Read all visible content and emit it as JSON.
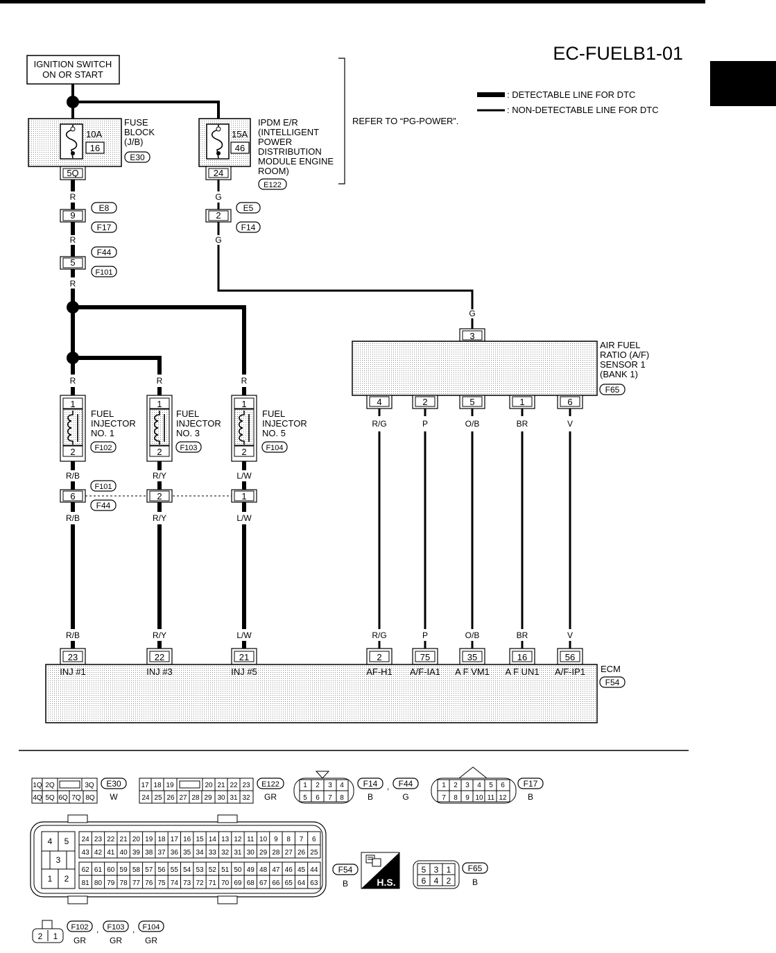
{
  "title": "EC-FUELB1-01",
  "refer_note": "REFER TO “PG-POWER”.",
  "legend": {
    "detectable": ": DETECTABLE LINE FOR DTC",
    "non_detectable": ": NON-DETECTABLE LINE FOR DTC"
  },
  "ignition": {
    "line1": "IGNITION SWITCH",
    "line2": "ON OR START"
  },
  "fuse_block": {
    "label": [
      "FUSE",
      "BLOCK",
      "(J/B)"
    ],
    "amp": "10A",
    "fuse_no": "16",
    "terminal": "5Q",
    "connector": "E30"
  },
  "ipdm": {
    "label": [
      "IPDM E/R",
      "(INTELLIGENT",
      "POWER",
      "DISTRIBUTION",
      "MODULE ENGINE",
      "ROOM)"
    ],
    "amp": "15A",
    "fuse_no": "46",
    "terminal": "24",
    "connector": "E122"
  },
  "wire_colors": {
    "r": "R",
    "g": "G",
    "rb": "R/B",
    "ry": "R/Y",
    "lw": "L/W",
    "rg": "R/G",
    "p": "P",
    "ob": "O/B",
    "br": "BR",
    "v": "V"
  },
  "joints": {
    "j1": {
      "pin": "9",
      "top": "E8",
      "bottom": "F17"
    },
    "j2": {
      "pin": "2",
      "top": "E5",
      "bottom": "F14"
    },
    "j3": {
      "pin": "5",
      "top": "F44",
      "bottom": "F101"
    },
    "j4": {
      "pins": [
        "6",
        "2",
        "1"
      ],
      "top": "F101",
      "bottom": "F44"
    }
  },
  "injectors": [
    {
      "name": [
        "FUEL",
        "INJECTOR",
        "NO. 1"
      ],
      "pin_in": "1",
      "pin_out": "2",
      "connector": "F102"
    },
    {
      "name": [
        "FUEL",
        "INJECTOR",
        "NO. 3"
      ],
      "pin_in": "1",
      "pin_out": "2",
      "connector": "F103"
    },
    {
      "name": [
        "FUEL",
        "INJECTOR",
        "NO. 5"
      ],
      "pin_in": "1",
      "pin_out": "2",
      "connector": "F104"
    }
  ],
  "af_sensor": {
    "label": [
      "AIR FUEL",
      "RATIO (A/F)",
      "SENSOR 1",
      "(BANK 1)"
    ],
    "connector": "F65",
    "pin_top": "3",
    "pins": [
      "4",
      "2",
      "5",
      "1",
      "6"
    ]
  },
  "ecm": {
    "label": "ECM",
    "connector": "F54",
    "pins": [
      "23",
      "22",
      "21",
      "2",
      "75",
      "35",
      "16",
      "56"
    ],
    "terms": [
      "INJ #1",
      "INJ #3",
      "INJ #5",
      "AF-H1",
      "A/F-IA1",
      "A F VM1",
      "A F UN1",
      "A/F-IP1"
    ]
  },
  "connectors": {
    "e30": {
      "id": "E30",
      "color": "W",
      "row1": [
        "1Q",
        "2Q",
        "",
        "3Q"
      ],
      "row2": [
        "4Q",
        "5Q",
        "6Q",
        "7Q",
        "8Q"
      ]
    },
    "e122": {
      "id": "E122",
      "color": "GR",
      "row1": [
        "17",
        "18",
        "19",
        "",
        "20",
        "21",
        "22",
        "23"
      ],
      "row2": [
        "24",
        "25",
        "26",
        "27",
        "28",
        "29",
        "30",
        "31",
        "32"
      ]
    },
    "f14": {
      "id": "F14",
      "color": "B",
      "row1": [
        "1",
        "2",
        "3",
        "4"
      ],
      "row2": [
        "5",
        "6",
        "7",
        "8"
      ]
    },
    "f44": {
      "id": "F44",
      "color": "G"
    },
    "f17": {
      "id": "F17",
      "color": "B",
      "row1": [
        "1",
        "2",
        "3",
        "4",
        "5",
        "6"
      ],
      "row2": [
        "7",
        "8",
        "9",
        "10",
        "11",
        "12"
      ]
    },
    "f54": {
      "id": "F54",
      "color": "B",
      "small": [
        "4",
        "5",
        "3",
        "1",
        "2"
      ],
      "row1": [
        "24",
        "23",
        "22",
        "21",
        "20",
        "19",
        "18",
        "17",
        "16",
        "15",
        "14",
        "13",
        "12",
        "11",
        "10",
        "9",
        "8",
        "7",
        "6"
      ],
      "row2": [
        "43",
        "42",
        "41",
        "40",
        "39",
        "38",
        "37",
        "36",
        "35",
        "34",
        "33",
        "32",
        "31",
        "30",
        "29",
        "28",
        "27",
        "26",
        "25"
      ],
      "row3": [
        "62",
        "61",
        "60",
        "59",
        "58",
        "57",
        "56",
        "55",
        "54",
        "53",
        "52",
        "51",
        "50",
        "49",
        "48",
        "47",
        "46",
        "45",
        "44"
      ],
      "row4": [
        "81",
        "80",
        "79",
        "78",
        "77",
        "76",
        "75",
        "74",
        "73",
        "72",
        "71",
        "70",
        "69",
        "68",
        "67",
        "66",
        "65",
        "64",
        "63"
      ]
    },
    "hs": "H.S.",
    "f65": {
      "id": "F65",
      "color": "B",
      "row1": [
        "5",
        "3",
        "1"
      ],
      "row2": [
        "6",
        "4",
        "2"
      ]
    },
    "inj": {
      "pins": [
        "2",
        "1"
      ],
      "ids": [
        "F102",
        "F103",
        "F104"
      ],
      "color": "GR"
    }
  }
}
